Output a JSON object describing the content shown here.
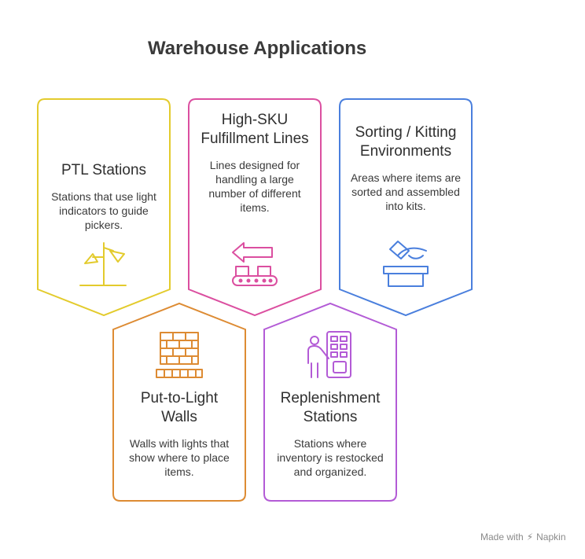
{
  "title": "Warehouse Applications",
  "cards": [
    {
      "heading": "PTL Stations",
      "description": "Stations that use light indicators to guide pickers.",
      "icon": "desk-lamp-icon",
      "color": "#E3CB2D"
    },
    {
      "heading": "High-SKU Fulfillment Lines",
      "description": "Lines designed for handling a large number of different items.",
      "icon": "conveyor-boxes-icon",
      "color": "#DB4FA0"
    },
    {
      "heading": "Sorting / Kitting Environments",
      "description": "Areas where items are sorted and assembled into kits.",
      "icon": "hand-box-icon",
      "color": "#4A7FDD"
    },
    {
      "heading": "Put-to-Light Walls",
      "description": "Walls with lights that show where to place items.",
      "icon": "brick-wall-icon",
      "color": "#DD8B33"
    },
    {
      "heading": "Replenishment Stations",
      "description": "Stations where inventory is restocked and organized.",
      "icon": "person-shelf-icon",
      "color": "#B35BD6"
    }
  ],
  "footer": {
    "made_with": "Made with",
    "brand": "Napkin",
    "logo_icon": "napkin-logo-icon"
  }
}
